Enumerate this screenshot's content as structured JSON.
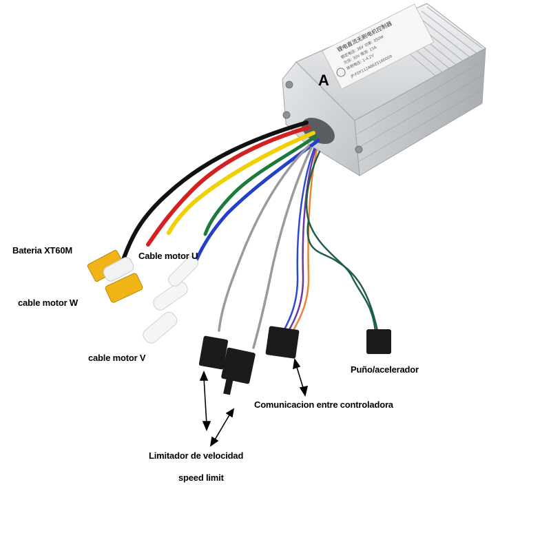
{
  "controller": {
    "id_letter": "A",
    "sticker_lines": [
      "锂电直流无刷电机控制器",
      "额定电压: 36V    功率: 350W",
      "欠压: 30V       限流: 15A",
      "转把电压: 1-4.2V",
      "JP-FDY112A6625180009"
    ]
  },
  "labels": {
    "battery": "Bateria XT60M",
    "motor_u": "Cable motor U",
    "motor_w": "cable motor W",
    "motor_v": "cable motor V",
    "throttle": "Puño/acelerador",
    "communication": "Comunicacion entre controladora",
    "speed_limit_es": "Limitador de velocidad",
    "speed_limit_en": "speed limit"
  },
  "colors": {
    "wire_black": "#111111",
    "wire_red": "#d42020",
    "wire_yellow": "#f0d000",
    "wire_green": "#1d7a3a",
    "wire_blue": "#2440c8",
    "wire_gray": "#9a9a9a",
    "wire_dark_green": "#1f5f45",
    "connector_yellow": "#f0b416",
    "housing": "#d8dbde"
  }
}
